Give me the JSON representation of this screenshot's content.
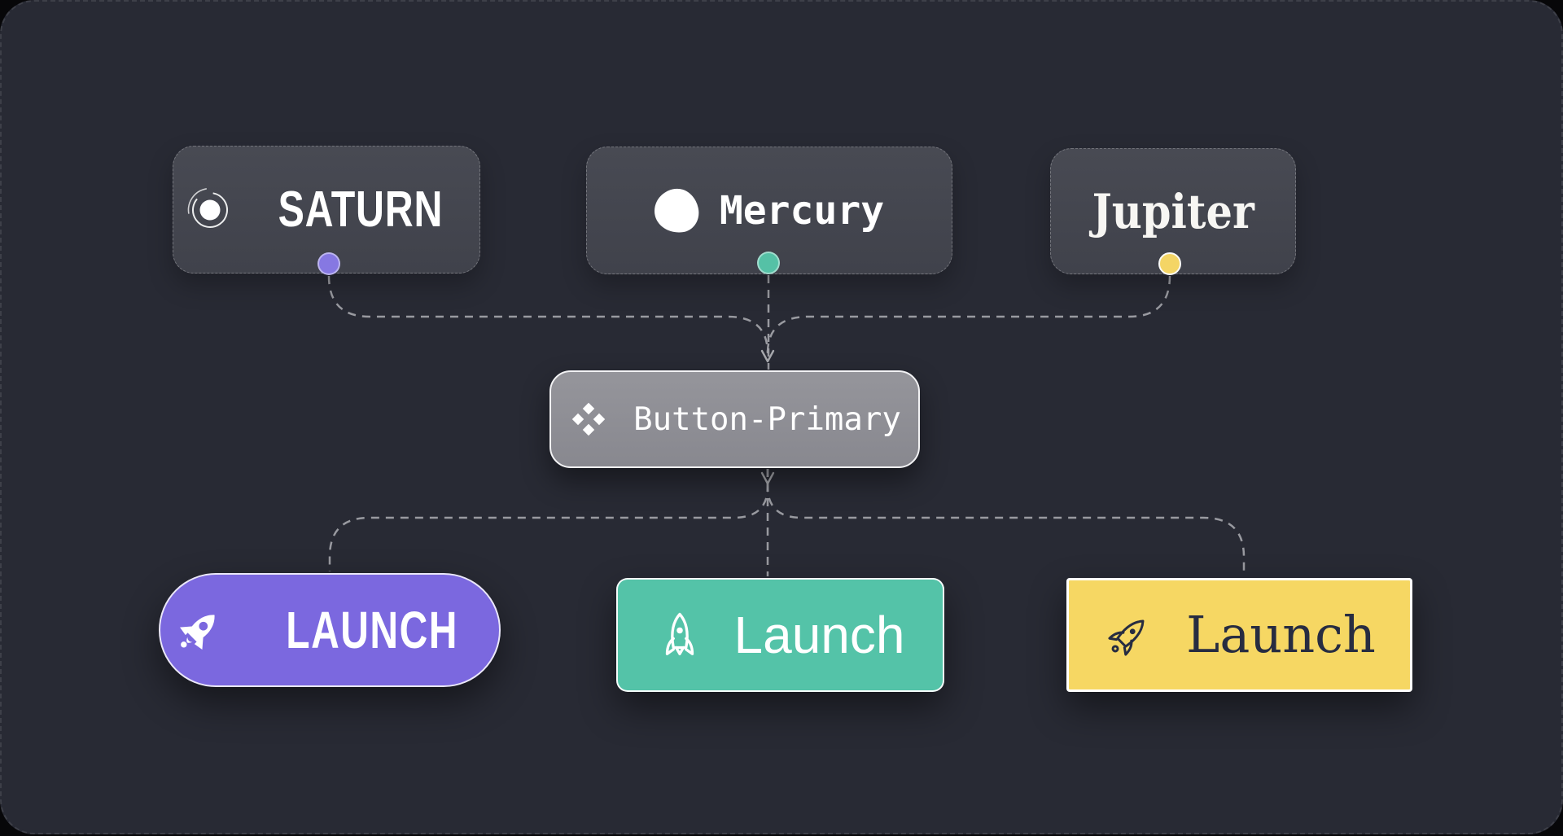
{
  "page": {
    "background_color": "#070709",
    "canvas_color": "#282a34",
    "wire_color": "#9fa0a6"
  },
  "themes": [
    {
      "name": "Saturn",
      "label": "SATURN",
      "icon": "saturn-orbit-icon",
      "port_color": "#8678e2"
    },
    {
      "name": "Mercury",
      "label": "Mercury",
      "icon": "mercury-blob-icon",
      "port_color": "#55c1a6"
    },
    {
      "name": "Jupiter",
      "label": "Jupiter",
      "icon": "none",
      "port_color": "#f4d565"
    }
  ],
  "component": {
    "label": "Button-Primary",
    "icon": "component-diamond-icon",
    "fill": "#8e8e95"
  },
  "launch_buttons": [
    {
      "theme": "Saturn",
      "label": "LAUNCH",
      "fill": "#7b68df",
      "text_color": "#ffffff",
      "icon": "rocket-filled-icon",
      "shape": "pill"
    },
    {
      "theme": "Mercury",
      "label": "Launch",
      "fill": "#54c3a8",
      "text_color": "#ffffff",
      "icon": "rocket-outline-icon",
      "shape": "rounded"
    },
    {
      "theme": "Jupiter",
      "label": "Launch",
      "fill": "#f6d763",
      "text_color": "#272c41",
      "icon": "rocket-outline-tilted-icon",
      "shape": "square"
    }
  ],
  "edges": [
    {
      "from": "Saturn",
      "to": "Button-Primary"
    },
    {
      "from": "Mercury",
      "to": "Button-Primary"
    },
    {
      "from": "Jupiter",
      "to": "Button-Primary"
    },
    {
      "from": "Button-Primary",
      "to": "Saturn Launch"
    },
    {
      "from": "Button-Primary",
      "to": "Mercury Launch"
    },
    {
      "from": "Button-Primary",
      "to": "Jupiter Launch"
    }
  ]
}
